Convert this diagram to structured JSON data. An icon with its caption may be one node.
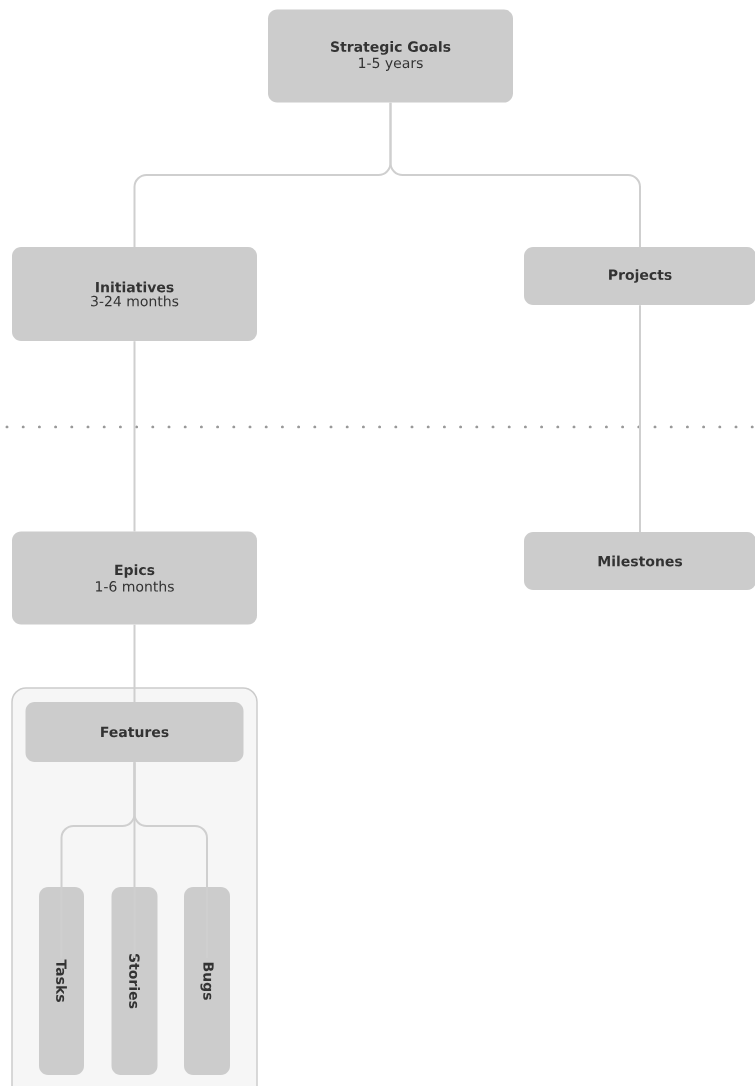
{
  "diagram": {
    "nodes": [
      {
        "text": [
          "Strategic Goals",
          "1-5 years"
        ]
      },
      {
        "text": [
          "Initiatives",
          "3-24 months"
        ]
      },
      {
        "text": [
          "Projects"
        ]
      },
      {
        "text": [
          "Epics",
          "1-6 months"
        ]
      },
      {
        "text": [
          "Milestones"
        ]
      },
      {
        "text": [],
        "shape": "box"
      },
      {
        "text": [
          "Features"
        ],
        "in": 5
      },
      {
        "text": [
          "Tasks"
        ],
        "in": 5
      },
      {
        "text": [
          "Stories"
        ],
        "in": 5
      },
      {
        "text": [
          "Bugs"
        ],
        "in": 5
      }
    ],
    "edges": [
      {
        "from": 0,
        "to": 1,
        "arrow": "none"
      },
      {
        "from": 0,
        "to": 2,
        "arrow": "none"
      },
      {
        "from": 1,
        "to": 3,
        "arrow": "none"
      },
      {
        "from": 2,
        "to": 4,
        "arrow": "none"
      },
      {
        "from": 3,
        "to": 6,
        "arrow": "none"
      },
      {
        "from": 6,
        "to": 7,
        "arrow": "none"
      },
      {
        "from": 6,
        "to": 8,
        "arrow": "none"
      },
      {
        "from": 6,
        "to": 9,
        "arrow": "none"
      }
    ]
  }
}
